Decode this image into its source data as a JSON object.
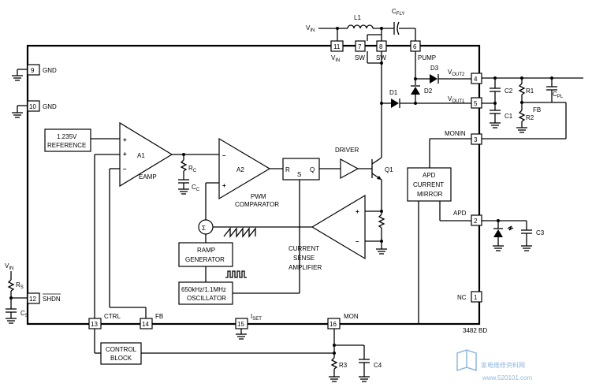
{
  "labels": {
    "vin_top": "V",
    "vin_top_sub": "IN",
    "l1": "L1",
    "cfly": "C",
    "cfly_sub": "FLY",
    "gnd9": "GND",
    "gnd10": "GND",
    "ref_line1": "1.235V",
    "ref_line2": "REFERENCE",
    "a1": "A1",
    "eamp": "EAMP",
    "rc": "R",
    "rc_sub": "C",
    "cc": "C",
    "cc_sub": "C",
    "a2": "A2",
    "pwm_line1": "PWM",
    "pwm_line2": "COMPARATOR",
    "latch_r": "R",
    "latch_s": "S",
    "latch_q": "Q",
    "driver": "DRIVER",
    "q1": "Q1",
    "ramp_line1": "RAMP",
    "ramp_line2": "GENERATOR",
    "osc_line1": "650kHz/1.1MHz",
    "osc_line2": "OSCILLATOR",
    "cs_line1": "CURRENT",
    "cs_line2": "SENSE",
    "cs_line3": "AMPLIFIER",
    "sigma": "Σ",
    "pin11_label": "V",
    "pin11_label_sub": "IN",
    "pin7_label": "SW",
    "pin8_label": "SW",
    "pin6_label": "PUMP",
    "d3": "D3",
    "d2": "D2",
    "d1": "D1",
    "vout2": "V",
    "vout2_sub": "OUT2",
    "vout1": "V",
    "vout1_sub": "OUT1",
    "c2": "C2",
    "r1": "R1",
    "cpl": "C",
    "cpl_sub": "PL",
    "c1": "C1",
    "fb_right": "FB",
    "r2": "R2",
    "monin": "MONIN",
    "apd_line1": "APD",
    "apd_line2": "CURRENT",
    "apd_line3": "MIRROR",
    "apd": "APD",
    "c3": "C3",
    "nc": "NC",
    "vin_left": "V",
    "vin_left_sub": "IN",
    "rs": "R",
    "rs_sub": "S",
    "cs_cap": "C",
    "cs_cap_sub": "S",
    "shdn": "SHDN",
    "ctrl": "CTRL",
    "fb_pin": "FB",
    "iset": "I",
    "iset_sub": "SET",
    "mon": "MON",
    "control_line1": "CONTROL",
    "control_line2": "BLOCK",
    "r3": "R3",
    "c4": "C4",
    "part_code": "3482 BD",
    "watermark": "家电维修资料网",
    "watermark_url": "www.520101.com"
  },
  "pins": {
    "p9": "9",
    "p10": "10",
    "p12": "12",
    "p13": "13",
    "p14": "14",
    "p15": "15",
    "p16": "16",
    "p11": "11",
    "p7": "7",
    "p8": "8",
    "p6": "6",
    "p4": "4",
    "p5": "5",
    "p3": "3",
    "p2": "2",
    "p1": "1"
  },
  "colors": {
    "ink": "#000000",
    "watermark": "#8fb8e0"
  }
}
